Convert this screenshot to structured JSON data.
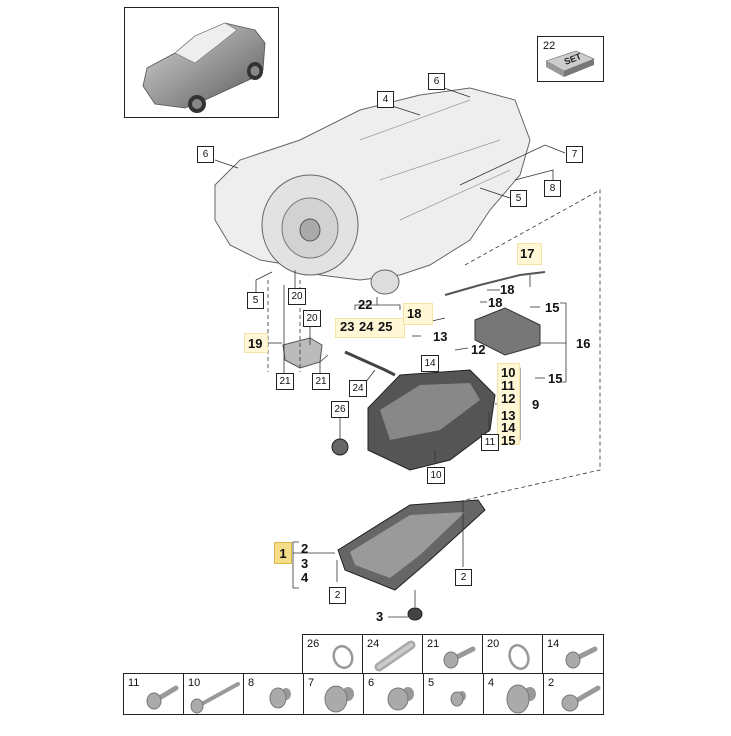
{
  "diagram": {
    "title_image": "vehicle-thumbnail",
    "set_badge": {
      "number": "22",
      "label": "SET"
    },
    "callouts": {
      "c6a": "6",
      "c4": "4",
      "c6b": "6",
      "c7": "7",
      "c8": "8",
      "c5a": "5",
      "c5b": "5",
      "c20a": "20",
      "c20b": "20",
      "c19": "19",
      "c21a": "21",
      "c21b": "21",
      "c22": "22",
      "c23": "23",
      "c24": "24",
      "c25": "25",
      "c24b": "24",
      "c26": "26",
      "c17": "17",
      "c18a": "18",
      "c18b": "18",
      "c18c": "18",
      "c13": "13",
      "c14": "14",
      "c12": "12",
      "c15a": "15",
      "c15b": "15",
      "c16": "16",
      "c9": "9",
      "c9_list": [
        "10",
        "11",
        "12",
        "13",
        "14",
        "15"
      ],
      "c11": "11",
      "c10": "10",
      "c1": "1",
      "c1_list": [
        "2",
        "3",
        "4"
      ],
      "c2a": "2",
      "c2b": "2",
      "c3": "3"
    }
  },
  "parts_grid": {
    "top_row": [
      {
        "num": "26",
        "icon": "o-ring-icon"
      },
      {
        "num": "24",
        "icon": "pin-icon"
      },
      {
        "num": "21",
        "icon": "bolt-icon"
      },
      {
        "num": "20",
        "icon": "o-ring-icon"
      },
      {
        "num": "14",
        "icon": "bolt-icon"
      }
    ],
    "bottom_row": [
      {
        "num": "11",
        "icon": "bolt-icon"
      },
      {
        "num": "10",
        "icon": "long-bolt-icon"
      },
      {
        "num": "8",
        "icon": "flange-screw-icon"
      },
      {
        "num": "7",
        "icon": "flange-screw-icon"
      },
      {
        "num": "6",
        "icon": "flange-screw-icon"
      },
      {
        "num": "5",
        "icon": "flange-screw-icon"
      },
      {
        "num": "4",
        "icon": "flange-screw-icon"
      },
      {
        "num": "2",
        "icon": "bolt-icon"
      }
    ]
  }
}
